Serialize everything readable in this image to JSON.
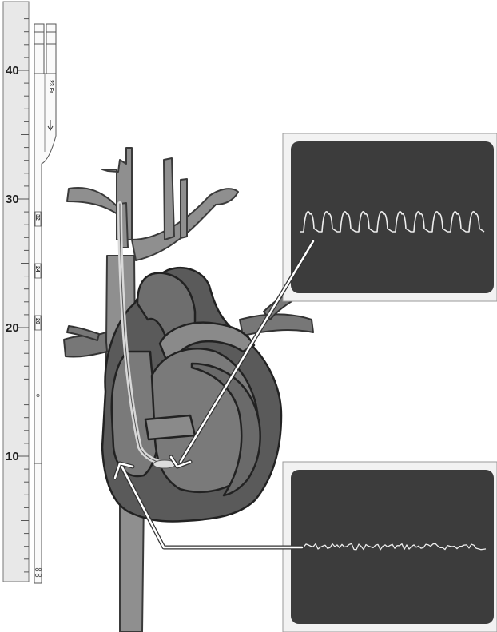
{
  "ruler": {
    "labels": [
      "40",
      "30",
      "20",
      "10"
    ]
  },
  "catheter": {
    "size_label": "23 Fr",
    "depth_marks": [
      "32",
      "24",
      "20"
    ]
  },
  "monitors": [
    {
      "name": "upper",
      "trace": "pulsatile"
    },
    {
      "name": "lower",
      "trace": "flat-noisy"
    }
  ],
  "colors": {
    "monitor_screen": "#3c3c3c",
    "trace": "#eeeeee",
    "vessel": "#8f8f8f",
    "heart_outer": "#5a5a5a",
    "heart_inner": "#7a7a7a",
    "ruler": "#e6e6e6"
  }
}
